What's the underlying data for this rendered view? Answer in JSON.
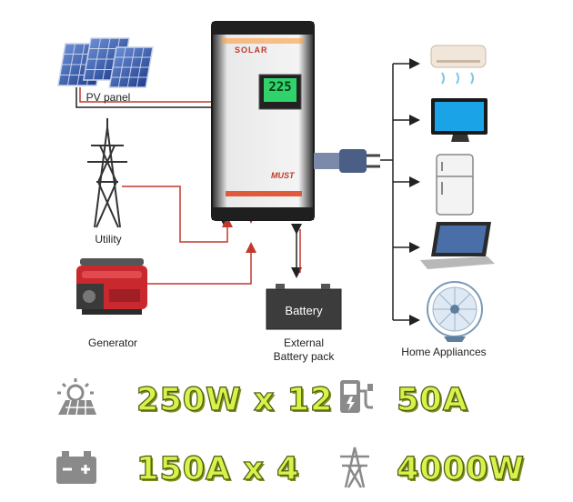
{
  "inverter": {
    "brand": "SOLAR",
    "model": "MUST",
    "lcd_reading": "225"
  },
  "sources": {
    "pv_label": "PV panel",
    "utility_label": "Utility",
    "generator_label": "Generator"
  },
  "battery": {
    "box_label": "Battery",
    "caption_line1": "External",
    "caption_line2": "Battery pack"
  },
  "loads": {
    "label": "Home Appliances",
    "items": [
      "air-conditioner",
      "television",
      "refrigerator",
      "laptop",
      "fan"
    ]
  },
  "specs": {
    "pv_power": "250W x 12",
    "charge_current": "50A",
    "battery_spec": "150A x 4",
    "output_power": "4000W"
  },
  "colors": {
    "wire_red": "#c0392b",
    "wire_black": "#222222",
    "spec_text": "#d8f24a",
    "icon_gray": "#8a8a8a"
  }
}
